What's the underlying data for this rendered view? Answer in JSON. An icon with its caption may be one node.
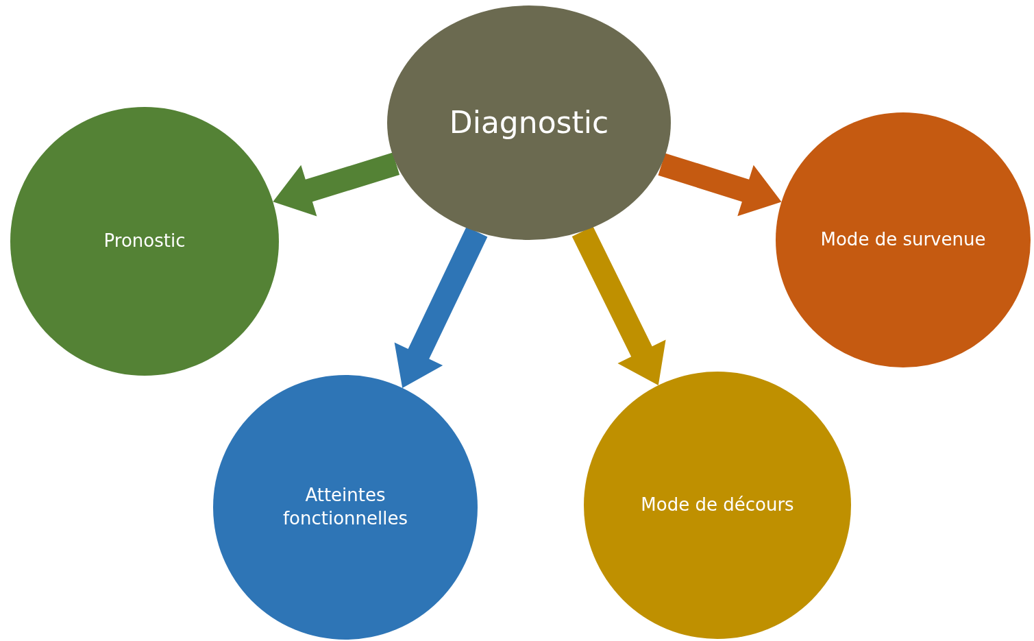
{
  "diagram": {
    "nodes": [
      {
        "text": [
          "Diagnostic"
        ]
      },
      {
        "text": [
          "Pronostic"
        ]
      },
      {
        "text": [
          "Mode de survenue"
        ]
      },
      {
        "text": [
          "Atteintes fonctionnelles"
        ]
      },
      {
        "text": [
          "Mode de décours"
        ]
      }
    ],
    "edges": [
      {
        "from": 0,
        "to": 1,
        "arrow": "to",
        "style": "thick",
        "color": "#548235"
      },
      {
        "from": 0,
        "to": 2,
        "arrow": "to",
        "style": "thick",
        "color": "#c55a11"
      },
      {
        "from": 0,
        "to": 3,
        "arrow": "to",
        "style": "thick",
        "color": "#2e75b6"
      },
      {
        "from": 0,
        "to": 4,
        "arrow": "to",
        "style": "thick",
        "color": "#bf9000"
      }
    ]
  }
}
